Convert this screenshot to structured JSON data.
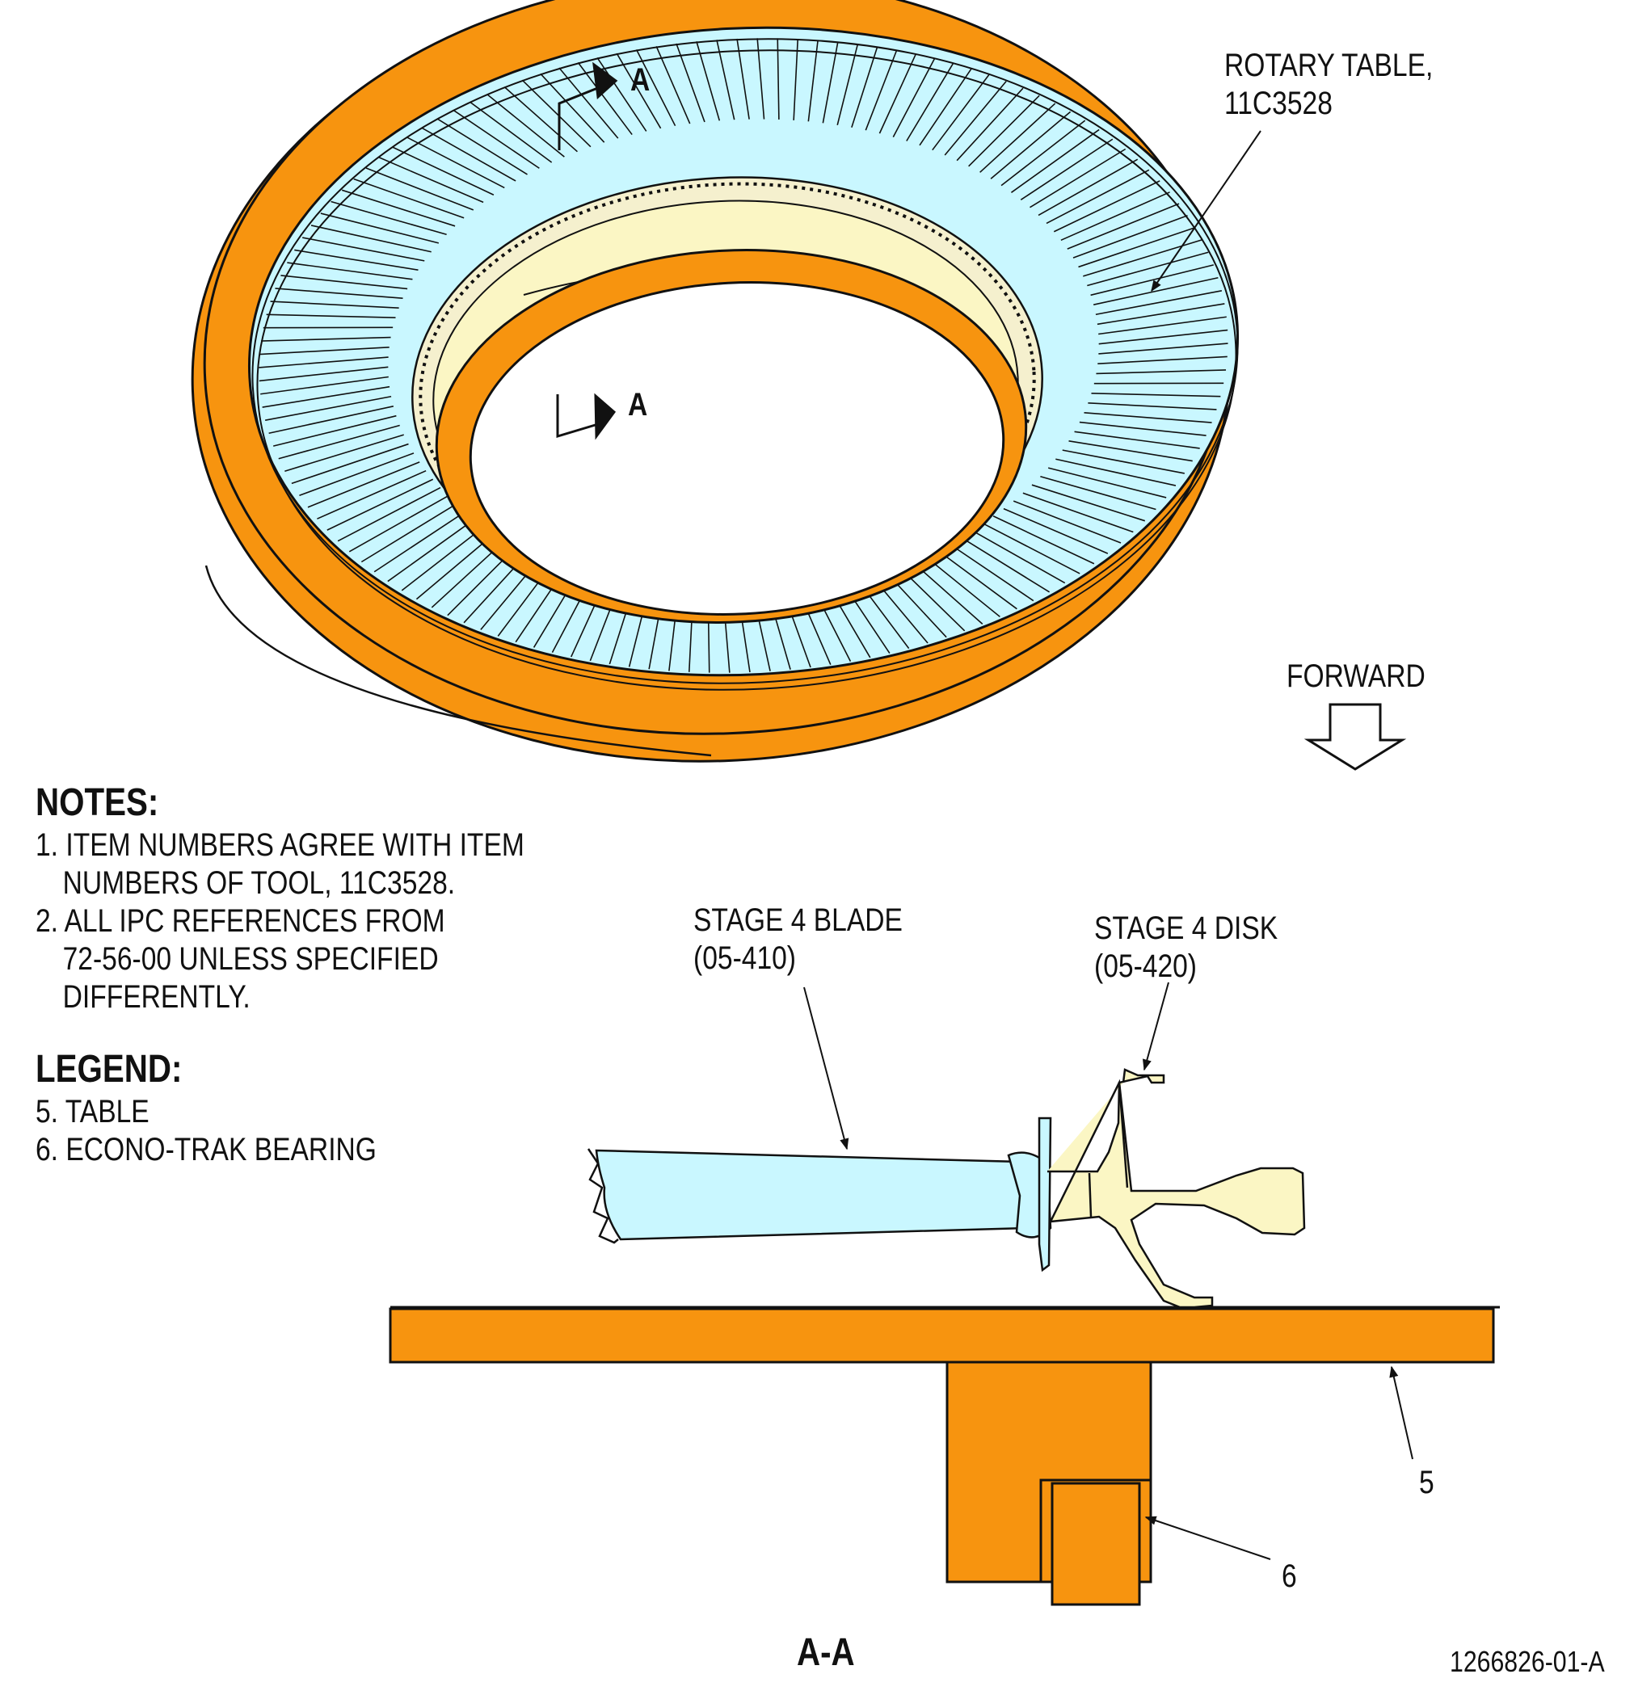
{
  "labels": {
    "rotary_table_line1": "ROTARY TABLE,",
    "rotary_table_line2": "11C3528",
    "section_marker_top": "A",
    "section_marker_inner": "A",
    "forward": "FORWARD",
    "stage4_blade_line1": "STAGE 4 BLADE",
    "stage4_blade_line2": "(05-410)",
    "stage4_disk_line1": "STAGE 4 DISK",
    "stage4_disk_line2": "(05-420)",
    "item_5": "5",
    "item_6": "6",
    "section_title": "A-A",
    "figure_id": "1266826-01-A"
  },
  "notes": {
    "heading": "NOTES:",
    "items": [
      {
        "l1": "1. ITEM NUMBERS AGREE WITH ITEM",
        "l2": "NUMBERS OF TOOL, 11C3528."
      },
      {
        "l1": "2. ALL IPC REFERENCES FROM",
        "l2": "72-56-00 UNLESS SPECIFIED",
        "l3": "DIFFERENTLY."
      }
    ]
  },
  "legend": {
    "heading": "LEGEND:",
    "items": [
      "5. TABLE",
      "6. ECONO-TRAK BEARING"
    ]
  },
  "colors": {
    "table_orange": "#F7940F",
    "blade_cyan": "#C9F7FF",
    "disk_cream": "#FBF6C4",
    "outline": "#111111"
  }
}
